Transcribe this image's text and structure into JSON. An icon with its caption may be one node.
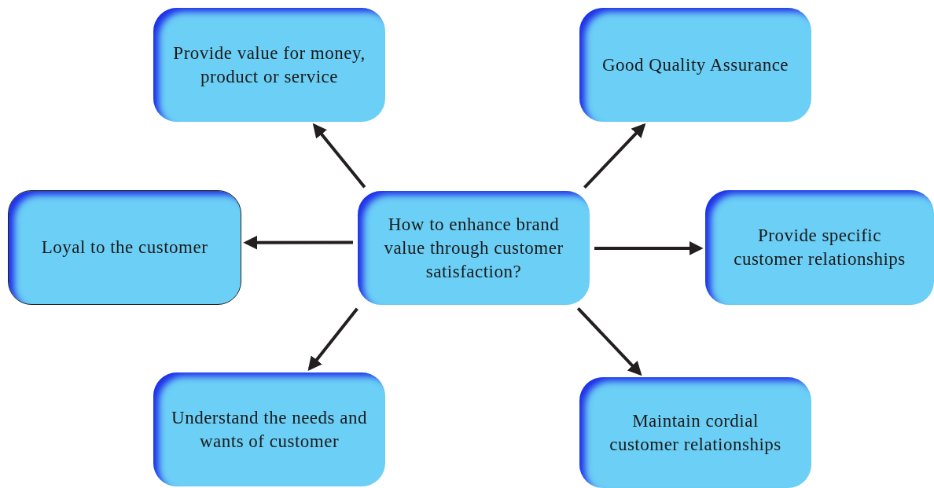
{
  "diagram": {
    "nodes": [
      {
        "text": [
          "How to enhance brand value through customer satisfaction?"
        ]
      },
      {
        "text": [
          "Provide value for money, product or service"
        ]
      },
      {
        "text": [
          "Good Quality Assurance"
        ]
      },
      {
        "text": [
          "Loyal to the customer"
        ]
      },
      {
        "text": [
          "Provide specific customer relationships"
        ]
      },
      {
        "text": [
          "Understand the needs and wants of customer"
        ]
      },
      {
        "text": [
          "Maintain cordial customer relationships"
        ]
      }
    ],
    "edges": [
      {
        "from": 0,
        "to": 1,
        "arrow": "to"
      },
      {
        "from": 0,
        "to": 2,
        "arrow": "to"
      },
      {
        "from": 0,
        "to": 3,
        "arrow": "to"
      },
      {
        "from": 0,
        "to": 4,
        "arrow": "to"
      },
      {
        "from": 0,
        "to": 5,
        "arrow": "to"
      },
      {
        "from": 0,
        "to": 6,
        "arrow": "to"
      }
    ]
  }
}
